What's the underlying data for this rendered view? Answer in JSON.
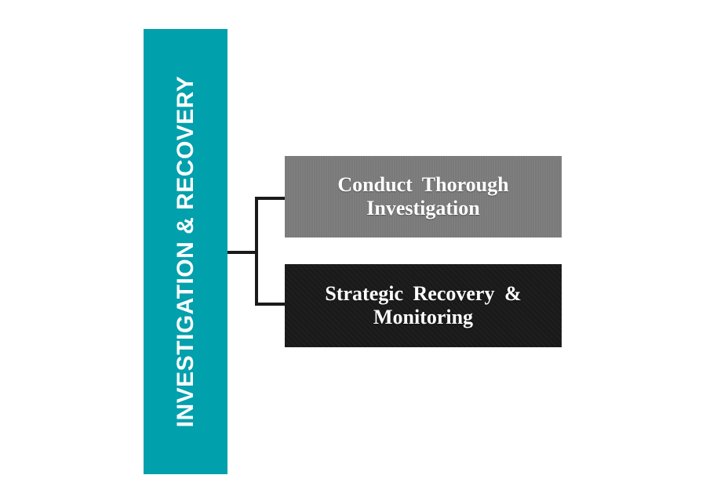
{
  "diagram": {
    "title": "Investigation & Recovery",
    "background_color": "#ffffff",
    "banner": {
      "label": "INVESTIGATION & RECOVERY",
      "color": "#00a0ac",
      "text_color": "#ffffff",
      "orientation": "vertical-bottom-to-top"
    },
    "connector": {
      "color": "#1a1a1a",
      "style": "bracket",
      "branch_count": 2
    },
    "nodes": [
      {
        "id": "conduct-thorough-investigation",
        "line1": "Conduct  Thorough",
        "line2": "Investigation",
        "full_label": "Conduct Thorough Investigation",
        "fill_color": "#7a7a7a",
        "text_color": "#ffffff"
      },
      {
        "id": "strategic-recovery-monitoring",
        "line1": "Strategic  Recovery  &",
        "line2": "Monitoring",
        "full_label": "Strategic Recovery & Monitoring",
        "fill_color": "#1a1a1a",
        "text_color": "#ffffff"
      }
    ]
  }
}
